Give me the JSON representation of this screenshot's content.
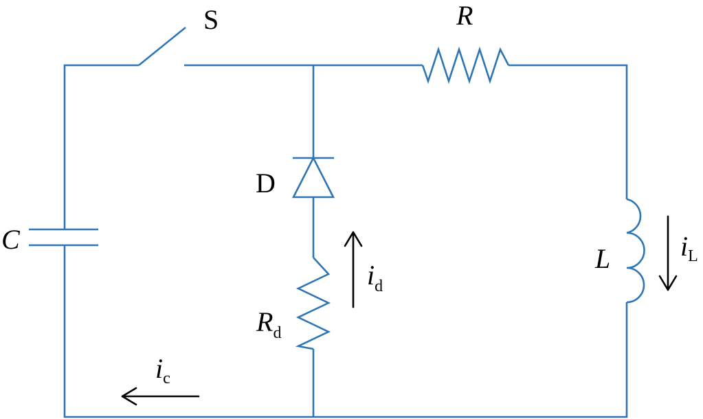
{
  "labels": {
    "switch": "S",
    "resistor": "R",
    "diode": "D",
    "capacitor": "C",
    "inductor": "L",
    "damping_resistor_main": "R",
    "damping_resistor_sub": "d",
    "current_diode_main": "i",
    "current_diode_sub": "d",
    "current_inductor_main": "i",
    "current_inductor_sub": "L",
    "current_capacitor_main": "i",
    "current_capacitor_sub": "c"
  },
  "colors": {
    "wire": "#2e75b6",
    "arrow": "#000000",
    "text": "#000000"
  }
}
